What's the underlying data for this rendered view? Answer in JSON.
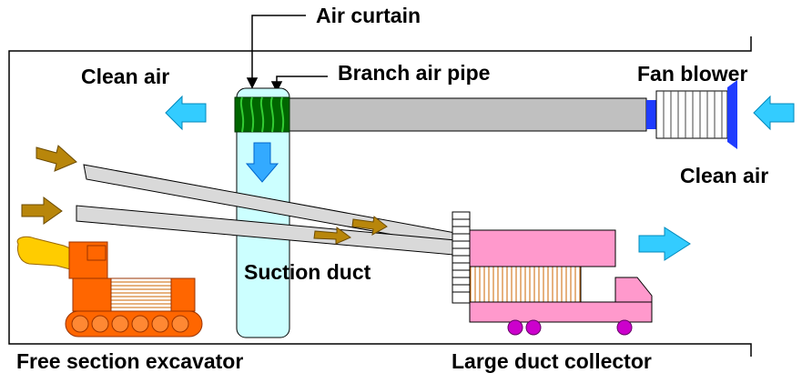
{
  "labels": {
    "air_curtain": "Air curtain",
    "branch_air_pipe": "Branch air pipe",
    "clean_air_left": "Clean air",
    "fan_blower": "Fan blower",
    "clean_air_right": "Clean air",
    "suction_duct": "Suction duct",
    "excavator": "Free section excavator",
    "collector": "Large duct collector"
  },
  "colors": {
    "clean_air_arrow": "#33ccff",
    "dust_arrow": "#b8860b",
    "air_curtain_coil": "#006600",
    "suction_duct_fill": "#ccffff",
    "air_pipe": "#c0c0c0",
    "blower_blue": "#1f3cff",
    "excavator": "#ff6600",
    "excavator_arm": "#ffcc00",
    "collector": "#ff99cc",
    "collector_wheels": "#cc00cc"
  }
}
